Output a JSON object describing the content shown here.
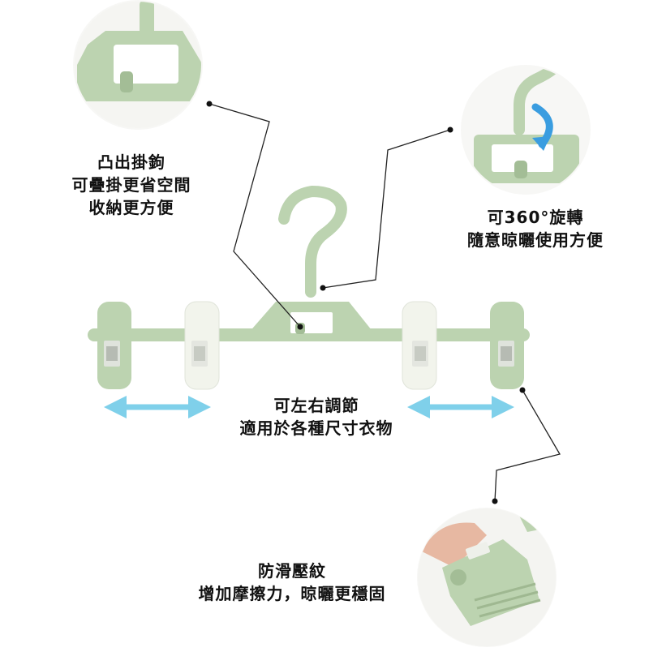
{
  "callouts": {
    "hook": {
      "lines": [
        "凸出掛鉤",
        "可疊掛更省空間",
        "收納更方便"
      ]
    },
    "rotate": {
      "lines": [
        "可360°旋轉",
        "隨意晾曬使用方便"
      ]
    },
    "adjust": {
      "lines": [
        "可左右調節",
        "適用於各種尺寸衣物"
      ]
    },
    "grip": {
      "lines": [
        "防滑壓紋",
        "增加摩擦力，晾曬更穩固"
      ]
    }
  },
  "colors": {
    "hanger_green": "#bcd3b0",
    "hanger_shade": "#a3bd96",
    "clip_cream": "#f2f4ec",
    "arrow_blue": "#7fd0ea",
    "connector": "#222222",
    "background": "#ffffff"
  }
}
